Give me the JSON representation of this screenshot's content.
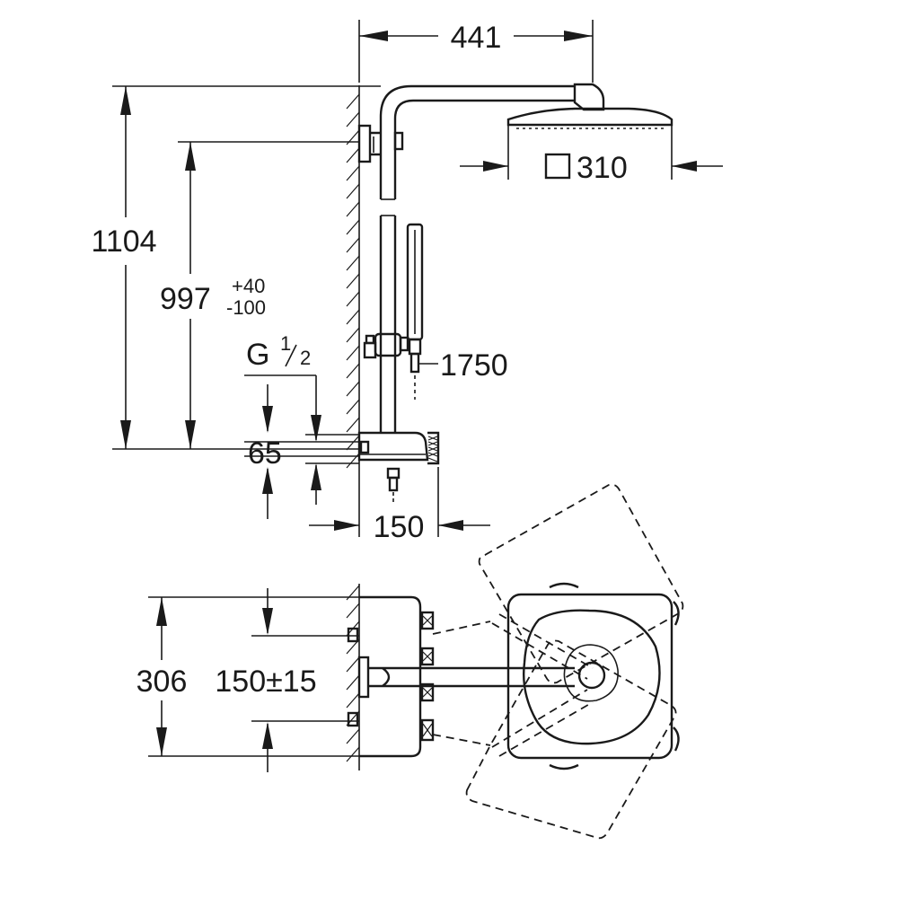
{
  "dimensions": {
    "arm_projection": "441",
    "head_size": "310",
    "overall_height": "1104",
    "bracket_height": "997",
    "bracket_tol_plus": "+40",
    "bracket_tol_minus": "-100",
    "thread": "G",
    "thread_num": "1",
    "thread_den": "2",
    "hose_length": "1750",
    "inlet_spacing": "65",
    "thermostat_depth": "150",
    "plan_height": "306",
    "plan_projection": "150±15"
  },
  "icons": {
    "square_symbol": "square-outline-icon"
  }
}
